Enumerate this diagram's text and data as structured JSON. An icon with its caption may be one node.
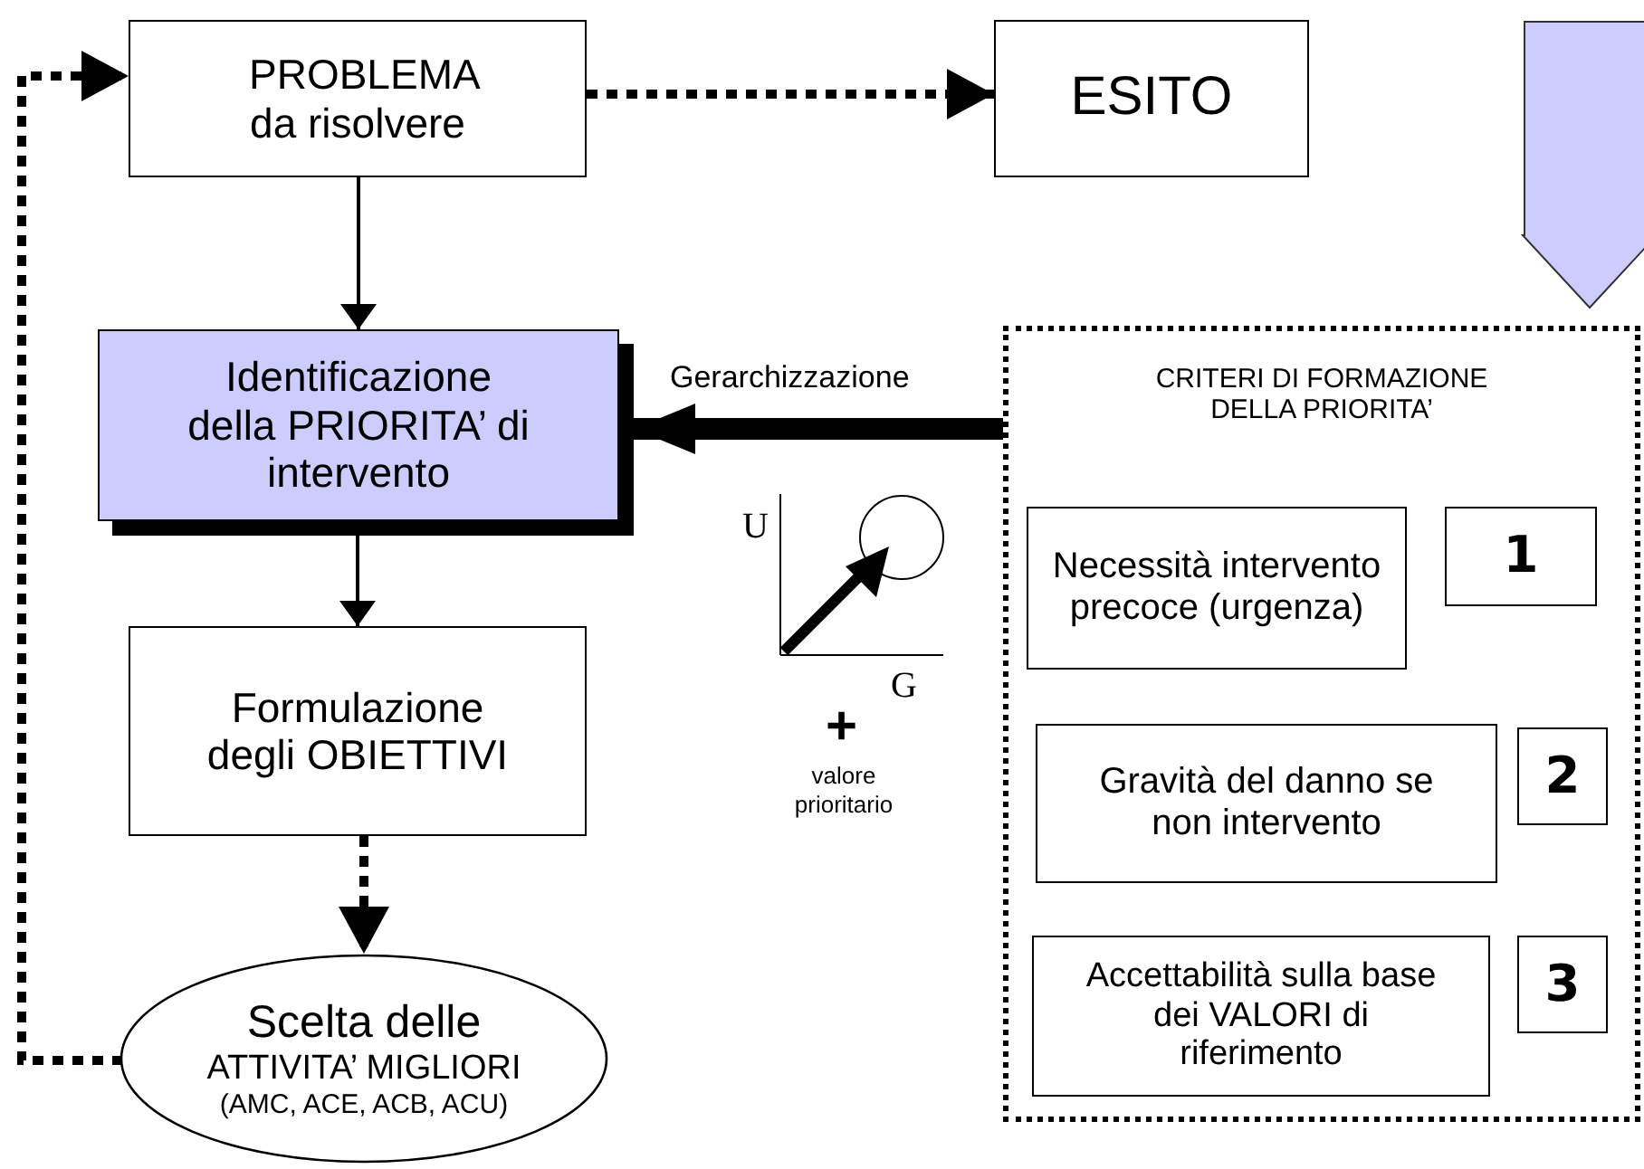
{
  "diagram": {
    "nodes": [
      {
        "text": [
          "PROBLEMA da risolvere"
        ]
      },
      {
        "text": [
          "ESITO"
        ]
      },
      {
        "text": [
          "Identificazione della PRIORITA’ di intervento"
        ]
      },
      {
        "text": [
          "Formulazione degli OBIETTIVI"
        ]
      },
      {
        "text": [
          "Scelta delle",
          "ATTIVITA’ MIGLIORI",
          "(AMC, ACE, ACB, ACU)"
        ]
      },
      {
        "text": [
          "CRITERI DI FORMAZIONE DELLA PRIORITA’"
        ]
      },
      {
        "text": [
          "Necessità intervento precoce (urgenza)"
        ],
        "in": 5
      },
      {
        "text": [
          "1"
        ],
        "in": 5
      },
      {
        "text": [
          "Gravità del danno se non intervento"
        ],
        "in": 5
      },
      {
        "text": [
          "2"
        ],
        "in": 5
      },
      {
        "text": [
          "Accettabilità sulla base dei VALORI di riferimento"
        ],
        "in": 5
      },
      {
        "text": [
          "3"
        ],
        "in": 5
      }
    ],
    "edges": [
      {
        "from": 0,
        "to": 1,
        "arrow": "to",
        "style": "dashed"
      },
      {
        "from": 0,
        "to": 2,
        "arrow": "to"
      },
      {
        "from": 5,
        "to": 2,
        "arrow": "to",
        "label": "Gerarchizzazione",
        "style": "thick"
      },
      {
        "from": 2,
        "to": 3,
        "arrow": "to"
      },
      {
        "from": 3,
        "to": 4,
        "arrow": "to",
        "style": "dashed"
      },
      {
        "from": 4,
        "to": 0,
        "arrow": "to",
        "style": "dashed"
      },
      {
        "from": null,
        "to": 5,
        "arrow": "to",
        "style": "thick",
        "color": "#ccccff"
      }
    ],
    "labels": [
      "U",
      "G",
      "+",
      "valore prioritario"
    ]
  }
}
